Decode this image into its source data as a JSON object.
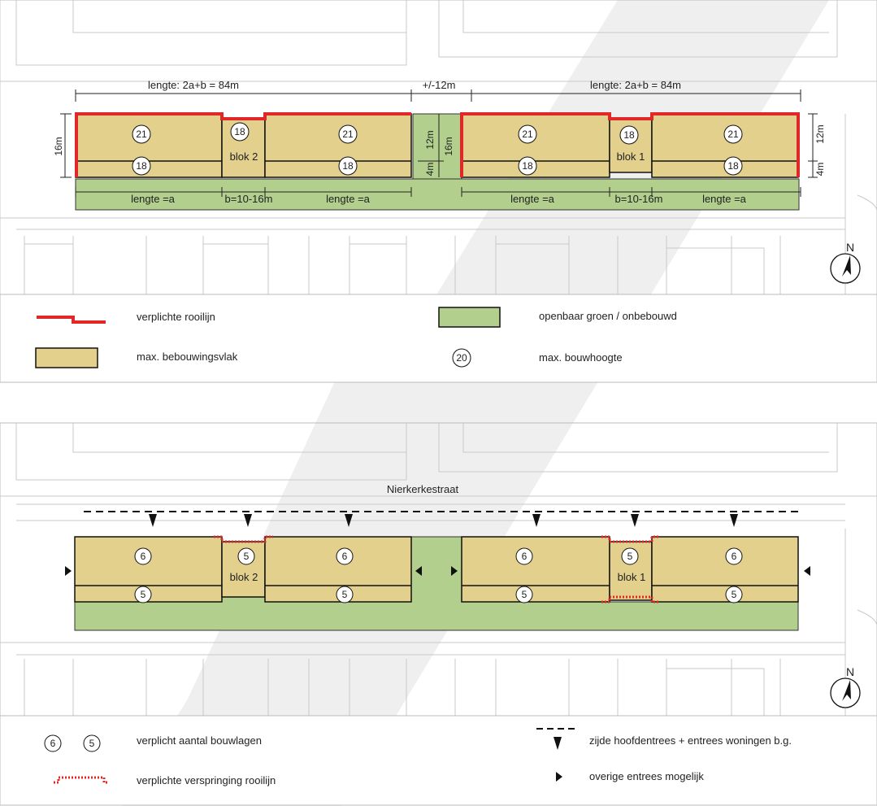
{
  "plan1": {
    "dimensions": {
      "top_left": "lengte: 2a+b = 84m",
      "top_mid": "+/-12m",
      "top_right": "lengte: 2a+b = 84m",
      "depth_16": "16m",
      "depth_12": "12m",
      "depth_4": "4m",
      "len_a": "lengte =a",
      "len_b": "b=10-16m"
    },
    "heights": {
      "front": "21",
      "back": "18",
      "mid": "18"
    },
    "blocks": {
      "blok2": "blok 2",
      "blok1": "blok 1"
    },
    "north": "N"
  },
  "legend1": {
    "rooilijn": "verplichte rooilijn",
    "groen": "openbaar groen / onbebouwd",
    "bebouwing": "max. bebouwingsvlak",
    "hoogte_symbol": "20",
    "hoogte": "max. bouwhoogte"
  },
  "plan2": {
    "street": "Nierkerkestraat",
    "layers": {
      "front": "6",
      "mid": "5",
      "back": "5"
    },
    "blocks": {
      "blok2": "blok 2",
      "blok1": "blok 1"
    },
    "north": "N"
  },
  "legend2": {
    "symbol6": "6",
    "symbol5": "5",
    "bouwlagen": "verplicht aantal bouwlagen",
    "verspringing": "verplichte verspringing rooilijn",
    "hoofdentrees": "zijde hoofdentrees + entrees woningen b.g.",
    "overige": "overige entrees mogelijk"
  },
  "colors": {
    "build": "#e3d08c",
    "green": "#b2cf8e",
    "red": "#e03030",
    "watermark": "#ececec"
  }
}
